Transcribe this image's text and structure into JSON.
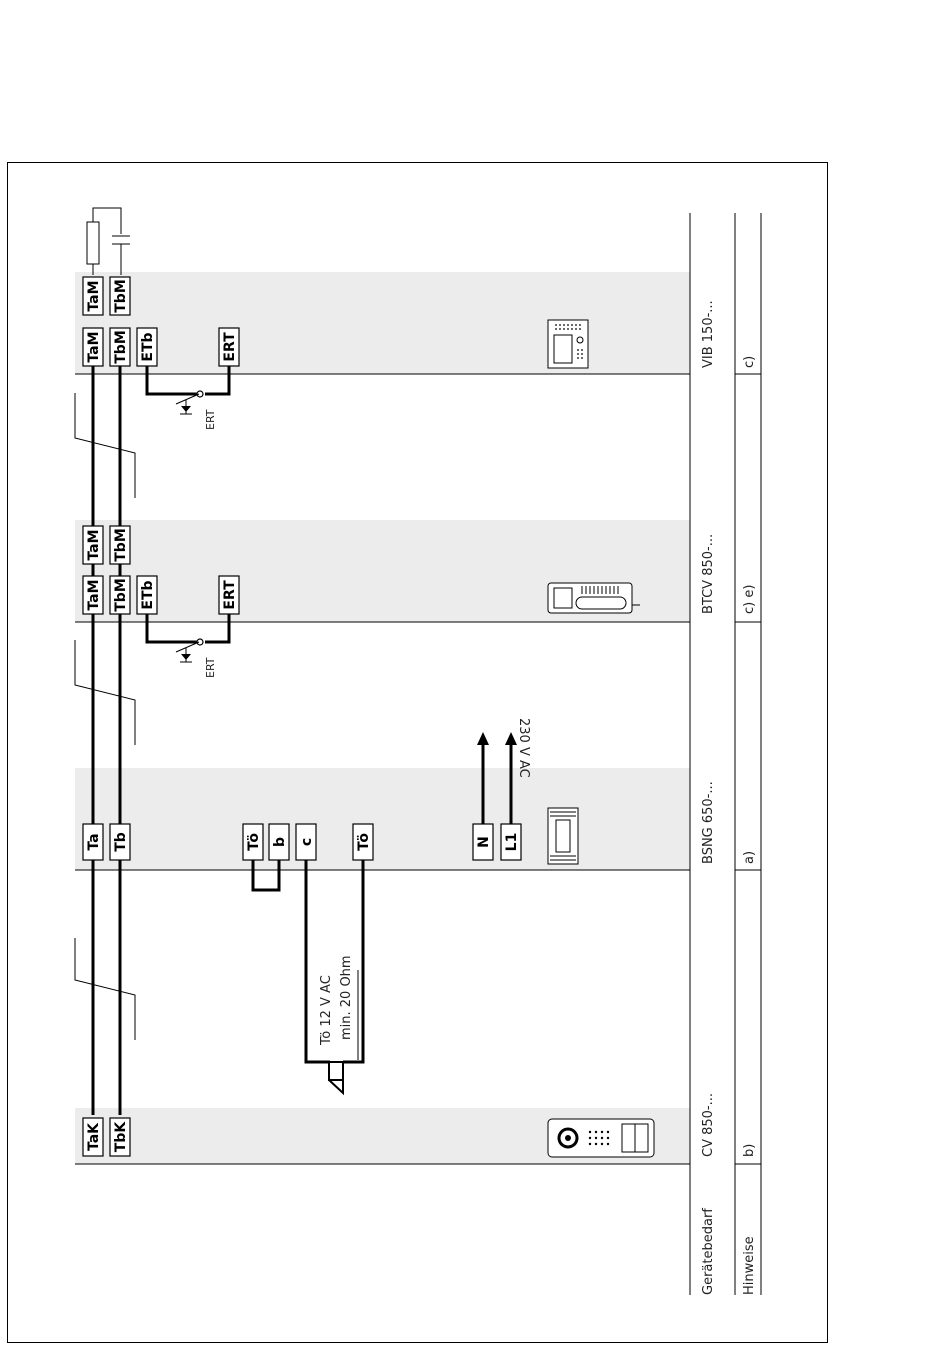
{
  "devices": [
    {
      "name": "CV 850-...",
      "note": "b)",
      "terminals": [
        "TaK",
        "TbK"
      ]
    },
    {
      "name": "BSNG 650-...",
      "note": "a)",
      "terminals": [
        "Ta",
        "Tb",
        "Tö",
        "b",
        "c",
        "Tö",
        "N",
        "L1"
      ]
    },
    {
      "name": "BTCV 850-...",
      "note": "c) e)",
      "terminals": [
        "TaM",
        "TbM",
        "ETb",
        "ERT",
        "TaM",
        "TbM"
      ]
    },
    {
      "name": "VIB 150-...",
      "note": "c)",
      "terminals": [
        "TaM",
        "TbM",
        "ETb",
        "ERT",
        "TaM",
        "TbM"
      ]
    }
  ],
  "row_labels": {
    "devices": "Gerätebedarf",
    "notes": "Hinweise"
  },
  "annotations": {
    "door_opener_voltage": "Tö 12 V AC",
    "door_opener_resistance": "min. 20 Ohm",
    "mains": "230 V AC",
    "ert_1": "ERT",
    "ert_2": "ERT"
  },
  "colors": {
    "band": "#ececec",
    "line": "#000000"
  }
}
